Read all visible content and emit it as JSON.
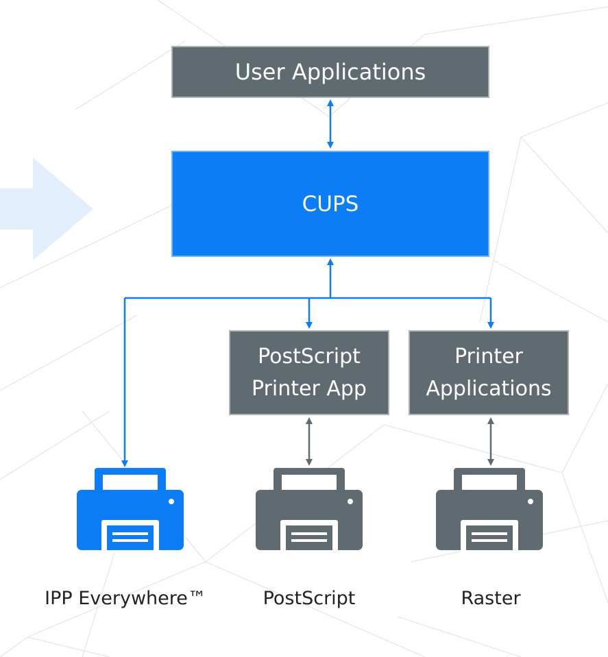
{
  "colors": {
    "blue": "#0d7df5",
    "gray": "#5f6b70"
  },
  "boxes": {
    "user_applications": "User Applications",
    "cups": "CUPS",
    "postscript_printer_app": [
      "PostScript",
      "Printer App"
    ],
    "printer_applications": [
      "Printer",
      "Applications"
    ]
  },
  "printers": [
    {
      "label": "IPP Everywhere™",
      "icon": "printer-icon",
      "color": "blue"
    },
    {
      "label": "PostScript",
      "icon": "printer-icon",
      "color": "gray"
    },
    {
      "label": "Raster",
      "icon": "printer-icon",
      "color": "gray"
    }
  ]
}
